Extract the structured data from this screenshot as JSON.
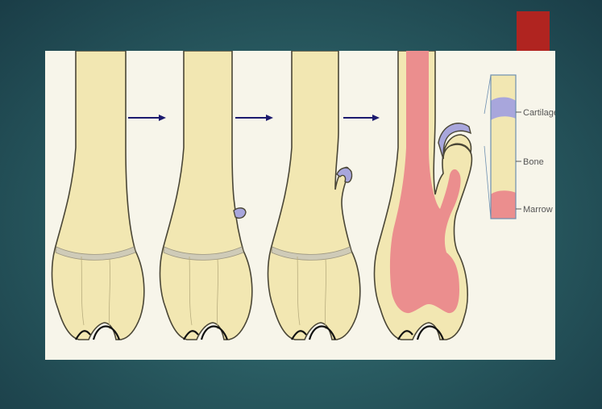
{
  "slide": {
    "background_colors": [
      "#3f7b7c",
      "#1a3d47"
    ],
    "accent_color": "#b02420"
  },
  "diagram": {
    "description_stages": 4,
    "colors": {
      "bone": "#f2e7b2",
      "cartilage": "#a8a6dc",
      "marrow": "#eb8e8e",
      "growth_plate": "#cfcbb8",
      "outline": "#4a4636",
      "arrow": "#1c1a6e"
    },
    "legend": {
      "cartilage_label": "Cartilage",
      "bone_label": "Bone",
      "marrow_label": "Marrow"
    },
    "arrow_icons": [
      "arrow-right-icon",
      "arrow-right-icon",
      "arrow-right-icon"
    ]
  }
}
